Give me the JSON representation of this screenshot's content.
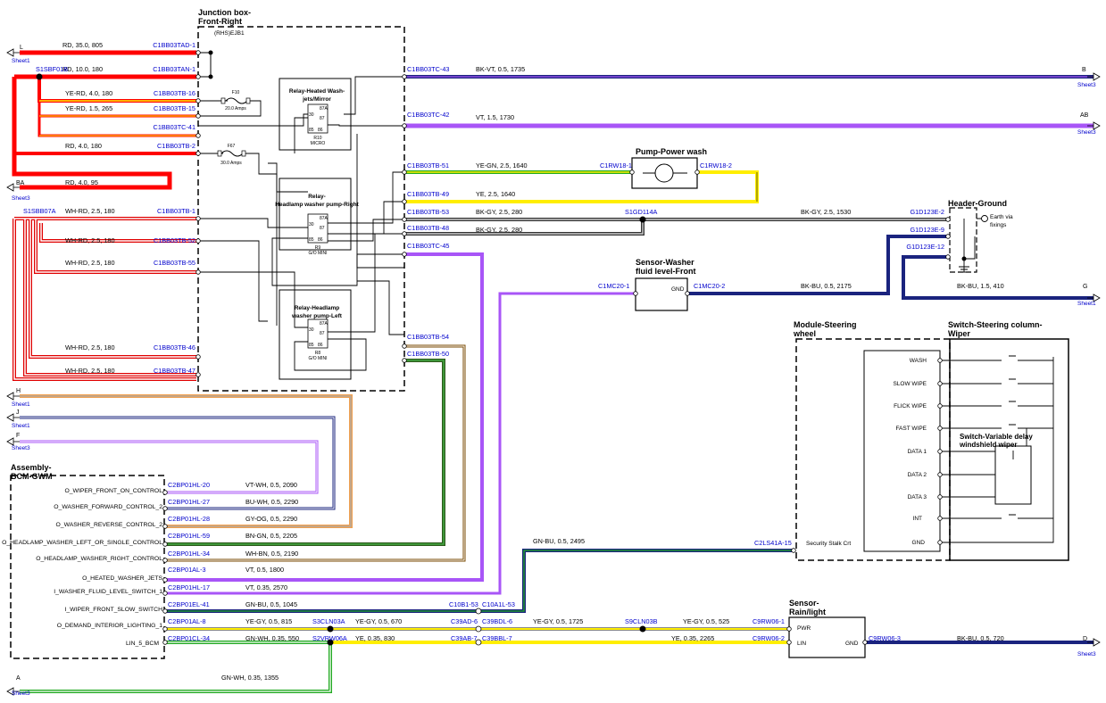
{
  "headings": {
    "junction_box": [
      "Junction box-",
      "Front-Right"
    ],
    "junction_sub": "(RHS)EJB1",
    "relay_mirror": [
      "Relay-Heated Wash-",
      "jets/Mirror"
    ],
    "relay_right": [
      "Relay-",
      "Headlamp washer pump-Right"
    ],
    "relay_left": [
      "Relay-Headlamp",
      "washer pump-Left"
    ],
    "pump": "Pump-Power wash",
    "header_ground": "Header-Ground",
    "earth": [
      "Earth via",
      "fixings"
    ],
    "sensor_fluid": [
      "Sensor-Washer",
      "fluid level-Front"
    ],
    "module_steering": [
      "Module-Steering",
      "wheel"
    ],
    "switch_column": [
      "Switch-Steering column-",
      "Wiper"
    ],
    "switch_delay": [
      "Switch-Variable delay",
      "windshield wiper"
    ],
    "bcm": [
      "Assembly-",
      "BCM-GWM"
    ],
    "rain": [
      "Sensor-",
      "Rain/light"
    ]
  },
  "relay_small": {
    "r10": [
      "R10",
      "MICRO"
    ],
    "r9": [
      "R9",
      "G/O MINI"
    ],
    "r8": [
      "R8",
      "G/O MINI"
    ],
    "pins": [
      "30",
      "87A",
      "87",
      "86",
      "85"
    ]
  },
  "fuses": [
    {
      "id": "F10",
      "rating": "20.0 Amps"
    },
    {
      "id": "F67",
      "rating": "30.0 Amps"
    }
  ],
  "connectors": {
    "c_tad1": "C1BB03TAD-1",
    "c_tan1": "C1BB03TAN-1",
    "c_tb16": "C1BB03TB-16",
    "c_tb15": "C1BB03TB-15",
    "c_tc41": "C1BB03TC-41",
    "c_tb2": "C1BB03TB-2",
    "c_tb1": "C1BB03TB-1",
    "c_tb52": "C1BB03TB-52",
    "c_tb55": "C1BB03TB-55",
    "c_tb46": "C1BB03TB-46",
    "c_tb47": "C1BB03TB-47",
    "c_tc43": "C1BB03TC-43",
    "c_tc42": "C1BB03TC-42",
    "c_tb51": "C1BB03TB-51",
    "c_tb49": "C1BB03TB-49",
    "c_tb53": "C1BB03TB-53",
    "c_tb48": "C1BB03TB-48",
    "c_tc45": "C1BB03TC-45",
    "c_tb54": "C1BB03TB-54",
    "c_tb50": "C1BB03TB-50",
    "c_rw18_1": "C1RW18-1",
    "c_rw18_2": "C1RW18-2",
    "s_gd114a": "S1GD114A",
    "g_e2": "G1D123E-2",
    "g_e9": "G1D123E-9",
    "g_e12": "G1D123E-12",
    "c_mc20_1": "C1MC20-1",
    "c_mc20_2": "C1MC20-2",
    "s_sbf01b": "S1SBF01B",
    "s_sbb07a": "S1SBB07A",
    "b_hl20": "C2BP01HL-20",
    "b_hl27": "C2BP01HL-27",
    "b_hl28": "C2BP01HL-28",
    "b_hl59": "C2BP01HL-59",
    "b_hl34": "C2BP01HL-34",
    "b_al3": "C2BP01AL-3",
    "b_hl17": "C2BP01HL-17",
    "b_el41": "C2BP01EL-41",
    "b_al8": "C2BP01AL-8",
    "b_cl34": "C2BP01CL-34",
    "s_cln03a": "S3CLN03A",
    "s_vrw06a": "S2VRW06A",
    "c_10b1": "C10B1-53",
    "c_10a1": "C10A1L-53",
    "c_39ad6": "C39AD-6",
    "c_39bdl6": "C39BDL-6",
    "c_39ab7": "C39AB-7",
    "c_39bbl7": "C39BBL-7",
    "s_cln03b": "S9CLN03B",
    "c_rw06_1": "C9RW06-1",
    "c_rw06_2": "C9RW06-2",
    "c_rw06_3": "C9RW06-3",
    "c_ls41a": "C2LS41A-15"
  },
  "wires": {
    "w_l": "RD, 35.0, 805",
    "w_tan": "RD, 10.0, 180",
    "w_tb16": "YE-RD, 4.0, 180",
    "w_tb15": "YE-RD, 1.5, 265",
    "w_tb2": "RD, 4.0, 180",
    "w_ba": "RD, 4.0, 95",
    "w_tb1": "WH-RD, 2.5, 180",
    "w_tb52": "WH-RD, 2.5, 180",
    "w_tb55": "WH-RD, 2.5, 180",
    "w_tb46": "WH-RD, 2.5, 180",
    "w_tb47": "WH-RD, 2.5, 180",
    "w_b": "BK-VT, 0.5, 1735",
    "w_ab": "VT, 1.5, 1730",
    "w_tb51": "YE-GN, 2.5, 1640",
    "w_tb49": "YE, 2.5, 1640",
    "w_tb53": "BK-GY, 2.5, 280",
    "w_s1gd": "BK-GY, 2.5, 1530",
    "w_tb48": "BK-GY, 2.5, 280",
    "w_mc20": "BK-BU, 0.5, 2175",
    "w_g": "BK-BU, 1.5, 410",
    "w_hl20": "VT-WH, 0.5, 2090",
    "w_hl27": "BU-WH, 0.5, 2290",
    "w_hl28": "GY-OG, 0.5, 2290",
    "w_hl59": "BN-GN, 0.5, 2205",
    "w_hl34": "WH-BN, 0.5, 2190",
    "w_al3": "VT, 0.5, 1800",
    "w_hl17": "VT, 0.35, 2570",
    "w_el41": "GN-BU, 0.5, 1045",
    "w_gnbu": "GN-BU, 0.5, 2495",
    "w_al8": "YE-GY, 0.5, 815",
    "w_cln": "YE-GY, 0.5, 670",
    "w_39ad": "YE-GY, 0.5, 1725",
    "w_clnb": "YE-GY, 0.5, 525",
    "w_cl34": "GN-WH, 0.35, 550",
    "w_vrw": "YE, 0.35, 830",
    "w_39bbl": "YE, 0.35, 2265",
    "w_d": "BK-BU, 0.5, 720",
    "w_a": "GN-WH, 0.35, 1355"
  },
  "offsheet": {
    "l": "L",
    "ba": "BA",
    "h": "H",
    "j": "J",
    "f": "F",
    "a": "A",
    "b": "B",
    "ab": "AB",
    "g": "G",
    "d": "D",
    "sheet1": "Sheet1",
    "sheet3": "Sheet3"
  },
  "bcm_pins": [
    "O_WIPER_FRONT_ON_CONTROL",
    "O_WASHER_FORWARD_CONTROL_2",
    "O_WASHER_REVERSE_CONTROL_2",
    "O_HEADLAMP_WASHER_LEFT_OR_SINGLE_CONTROL",
    "O_HEADLAMP_WASHER_RIGHT_CONTROL",
    "O_HEATED_WASHER_JETS",
    "I_WASHER_FLUID_LEVEL_SWITCH_1",
    "I_WIPER_FRONT_SLOW_SWITCH",
    "O_DEMAND_INTERIOR_LIGHTING_1",
    "LIN_5_BCM"
  ],
  "switch_positions": [
    "WASH",
    "SLOW WIPE",
    "FLICK WIPE",
    "FAST WIPE",
    "DATA 1",
    "DATA 2",
    "DATA 3",
    "INT",
    "GND"
  ],
  "module_label": "Security Stalk Crt",
  "gnd": "GND",
  "rain_pins": [
    "PWR",
    "LIN"
  ],
  "colors": {
    "red": "#ff0000",
    "yellow": "#ffee00",
    "violet": "#a855f7",
    "navy": "#1a237e",
    "green": "#22aa22",
    "orange": "#f0a050",
    "blue_label": "#0000cc"
  }
}
